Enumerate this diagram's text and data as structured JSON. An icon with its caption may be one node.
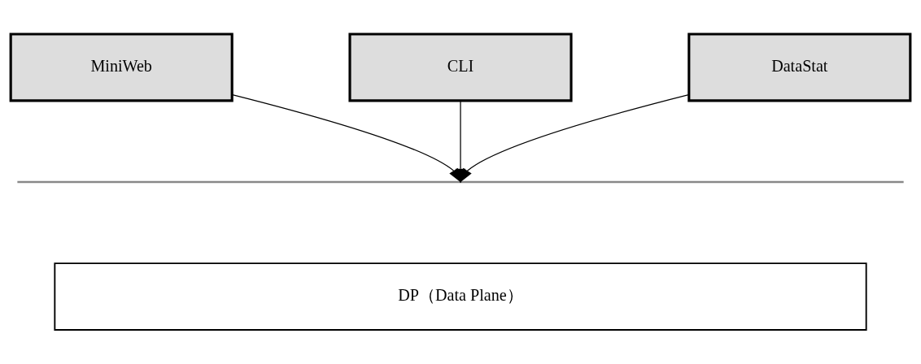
{
  "diagram": {
    "nodes": [
      {
        "text": [
          "MiniWeb"
        ]
      },
      {
        "text": [
          "CLI"
        ]
      },
      {
        "text": [
          "DataStat"
        ]
      },
      {
        "text": [],
        "shape": "line"
      },
      {
        "text": [
          "DP（Data Plane）"
        ]
      }
    ],
    "edges": [
      {
        "from": 0,
        "to": 3,
        "arrow": "to"
      },
      {
        "from": 1,
        "to": 3,
        "arrow": "to"
      },
      {
        "from": 2,
        "to": 3,
        "arrow": "to"
      }
    ]
  }
}
